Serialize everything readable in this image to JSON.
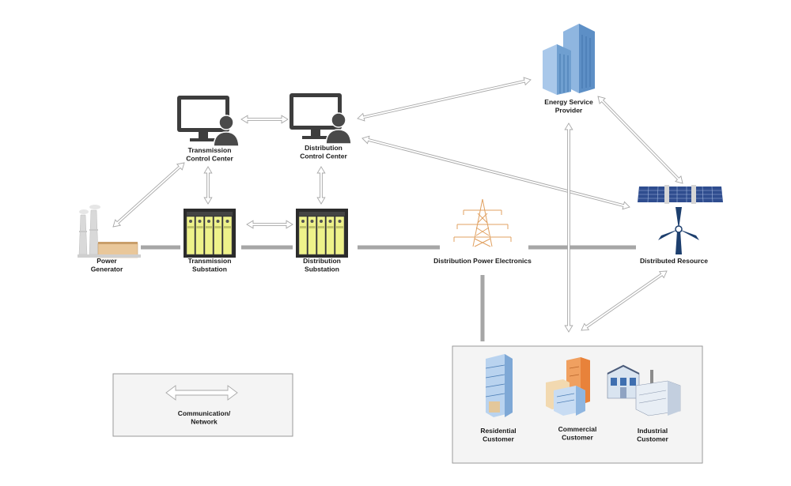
{
  "nodes": {
    "power_generator": "Power\nGenerator",
    "transmission_substation": "Transmission\nSubstation",
    "distribution_substation": "Distribution\nSubstation",
    "transmission_control_center": "Transmission\nControl Center",
    "distribution_control_center": "Distribution\nControl Center",
    "energy_service_provider": "Energy Service\nProvider",
    "distribution_power_electronics": "Distribution Power Electronics",
    "distributed_resource": "Distributed Resource",
    "residential_customer": "Residential\nCustomer",
    "commercial_customer": "Commercial\nCustomer",
    "industrial_customer": "Industrial\nCustomer"
  },
  "legend": {
    "label": "Communication/\nNetwork",
    "icon": "double-arrow-icon"
  },
  "colors": {
    "power_line": "#a6a6a6",
    "arrow_fill": "#ffffff",
    "arrow_stroke": "#a8a8a8",
    "monitor": "#3d3d3d",
    "substation_cabinet": "#eef28a",
    "solar_panel": "#2f4d8f",
    "wind_turbine": "#1d3f6e",
    "pylon": "#e0a060",
    "building_blue": "#6f9fd0",
    "building_orange": "#e8823a"
  },
  "icons": [
    "factory-icon",
    "substation-icon",
    "monitor-user-icon",
    "office-building-icon",
    "pylon-icon",
    "solar-panel-icon",
    "wind-turbine-icon",
    "apartment-icon",
    "commercial-building-icon",
    "industrial-building-icon"
  ]
}
